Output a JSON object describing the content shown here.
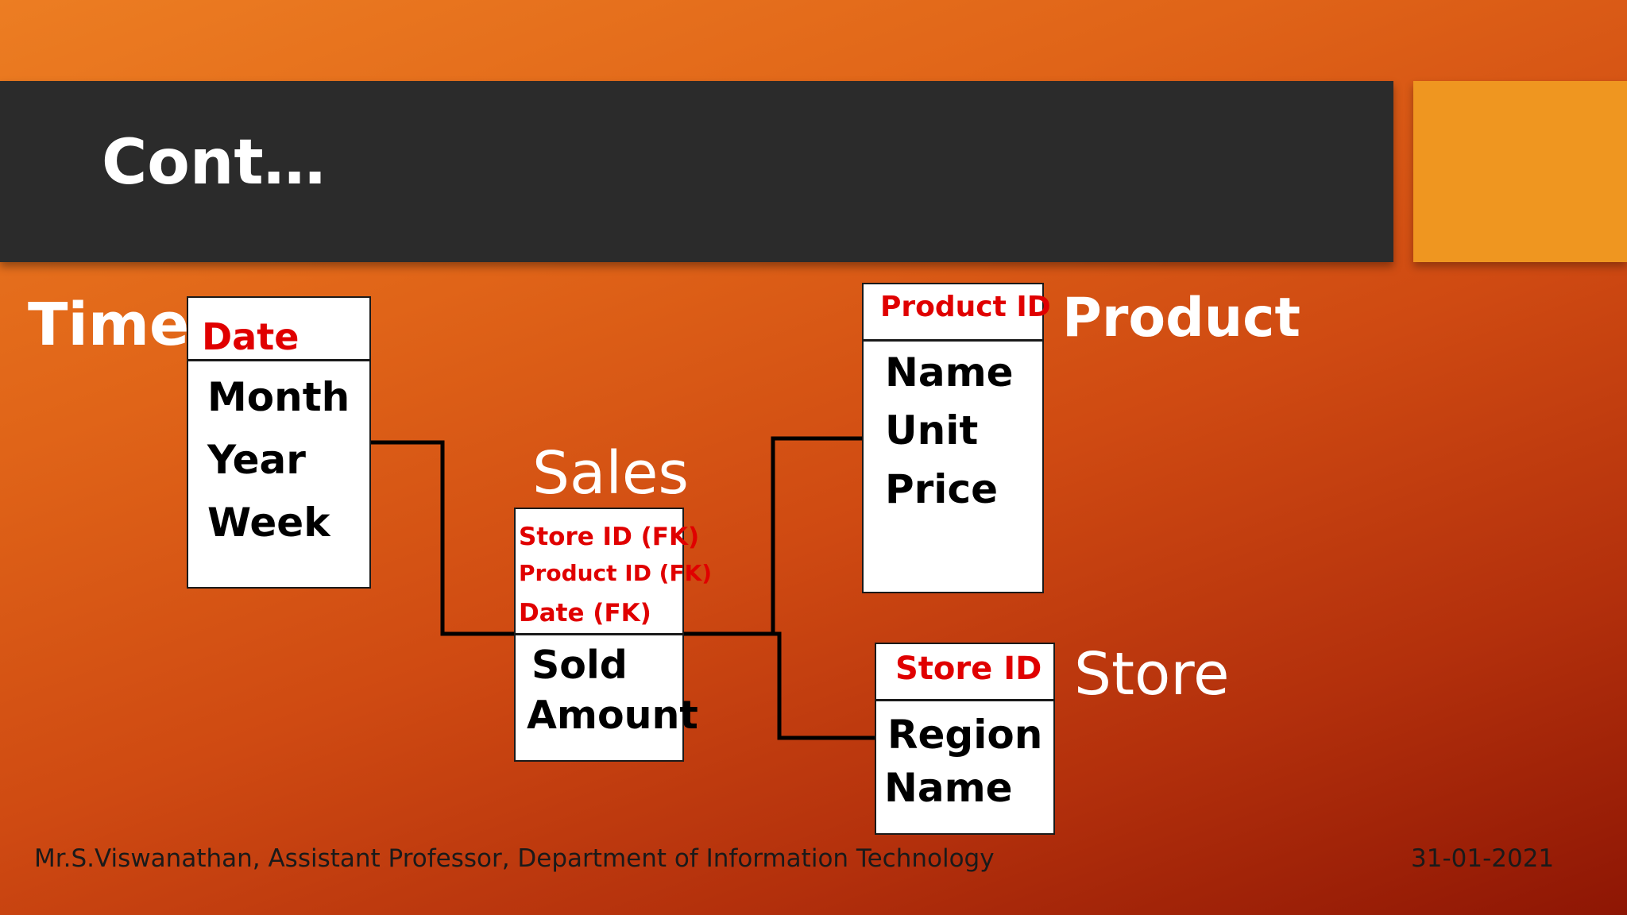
{
  "slide": {
    "title": "Cont…",
    "footer_left": "Mr.S.Viswanathan, Assistant Professor, Department of Information Technology",
    "footer_right": "31-01-2021"
  },
  "colors": {
    "title_bar": "#2b2b2b",
    "accent_block": "#ef9620",
    "key_text": "#e00000"
  },
  "diagram": {
    "time": {
      "label": "Time",
      "key": "Date",
      "attributes": [
        "Month",
        "Year",
        "Week"
      ]
    },
    "sales": {
      "label": "Sales",
      "keys": [
        "Store ID (FK)",
        "Product ID (FK)",
        "Date (FK)"
      ],
      "attributes": [
        "Sold",
        "Amount"
      ]
    },
    "product": {
      "label": "Product",
      "key": "Product ID",
      "attributes": [
        "Name",
        "Unit",
        "Price"
      ]
    },
    "store": {
      "label": "Store",
      "key": "Store ID",
      "attributes": [
        "Region",
        "Name"
      ]
    }
  }
}
